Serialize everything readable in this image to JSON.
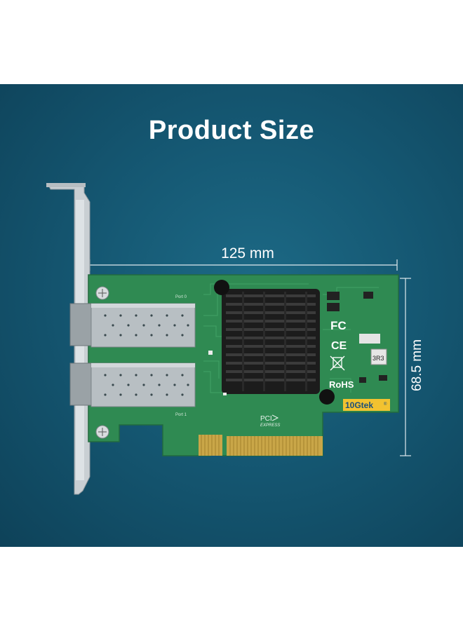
{
  "header": {
    "title": "Product Size"
  },
  "dimensions": {
    "width_label": "125 mm",
    "height_label": "68.5 mm"
  },
  "board": {
    "brand": "10Gtek",
    "brand_mark": "®",
    "port_top_label": "Port 0",
    "port_bottom_label": "Port 1",
    "pci_logo_text": "PCI",
    "pci_logo_subtext": "EXPRESS",
    "fc_mark": "FC",
    "ce_mark": "CE",
    "rohs_mark": "RoHS",
    "inductor_label": "3R3"
  },
  "colors": {
    "background": "#155873",
    "pcb": "#2f8a52",
    "heatsink": "#1c1c1c",
    "gold": "#c9a648"
  }
}
